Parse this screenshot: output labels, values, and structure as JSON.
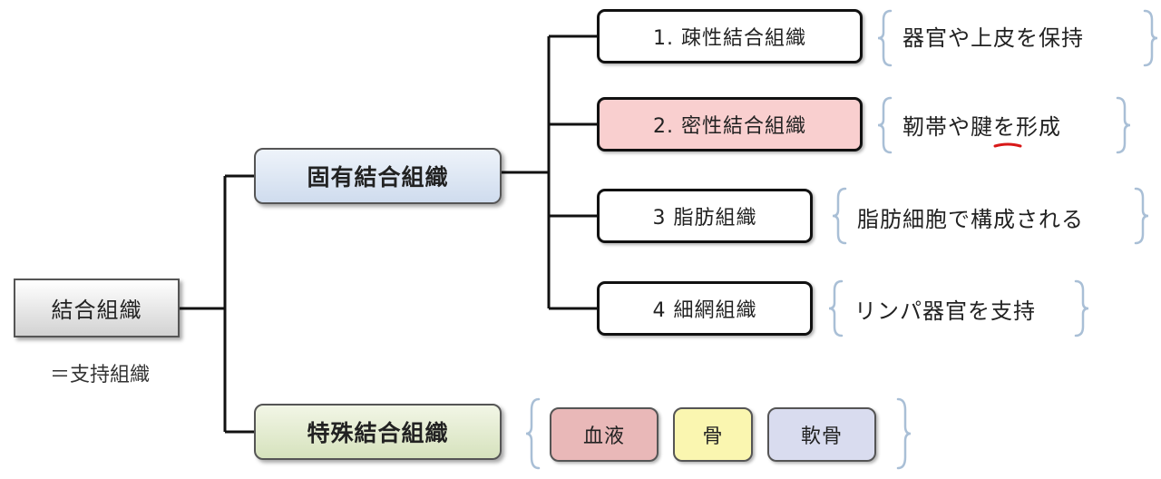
{
  "root": {
    "label": "結合組織",
    "note": "＝支持組織"
  },
  "categories": [
    {
      "label": "固有結合組織",
      "children": [
        {
          "label": "1.  疎性結合組織",
          "description": "器官や上皮を保持"
        },
        {
          "label": "2.  密性結合組織",
          "description": "靭帯や腱を形成"
        },
        {
          "label": "3  脂肪組織",
          "description": "脂肪細胞で構成される"
        },
        {
          "label": "4  細網組織",
          "description": "リンパ器官を支持"
        }
      ]
    },
    {
      "label": "特殊結合組織",
      "items": [
        "血液",
        "骨",
        "軟骨"
      ]
    }
  ],
  "colors": {
    "line": "#111111",
    "brace": "#a9bfd6",
    "proper_fill": "#cfdcee",
    "special_fill": "#d6e2bd",
    "dense_fill": "#f9cfcf",
    "blood_fill": "#e9b8b8",
    "bone_fill": "#faf6b0",
    "cartilage_fill": "#d9dcef",
    "annotation": "#d81818"
  }
}
